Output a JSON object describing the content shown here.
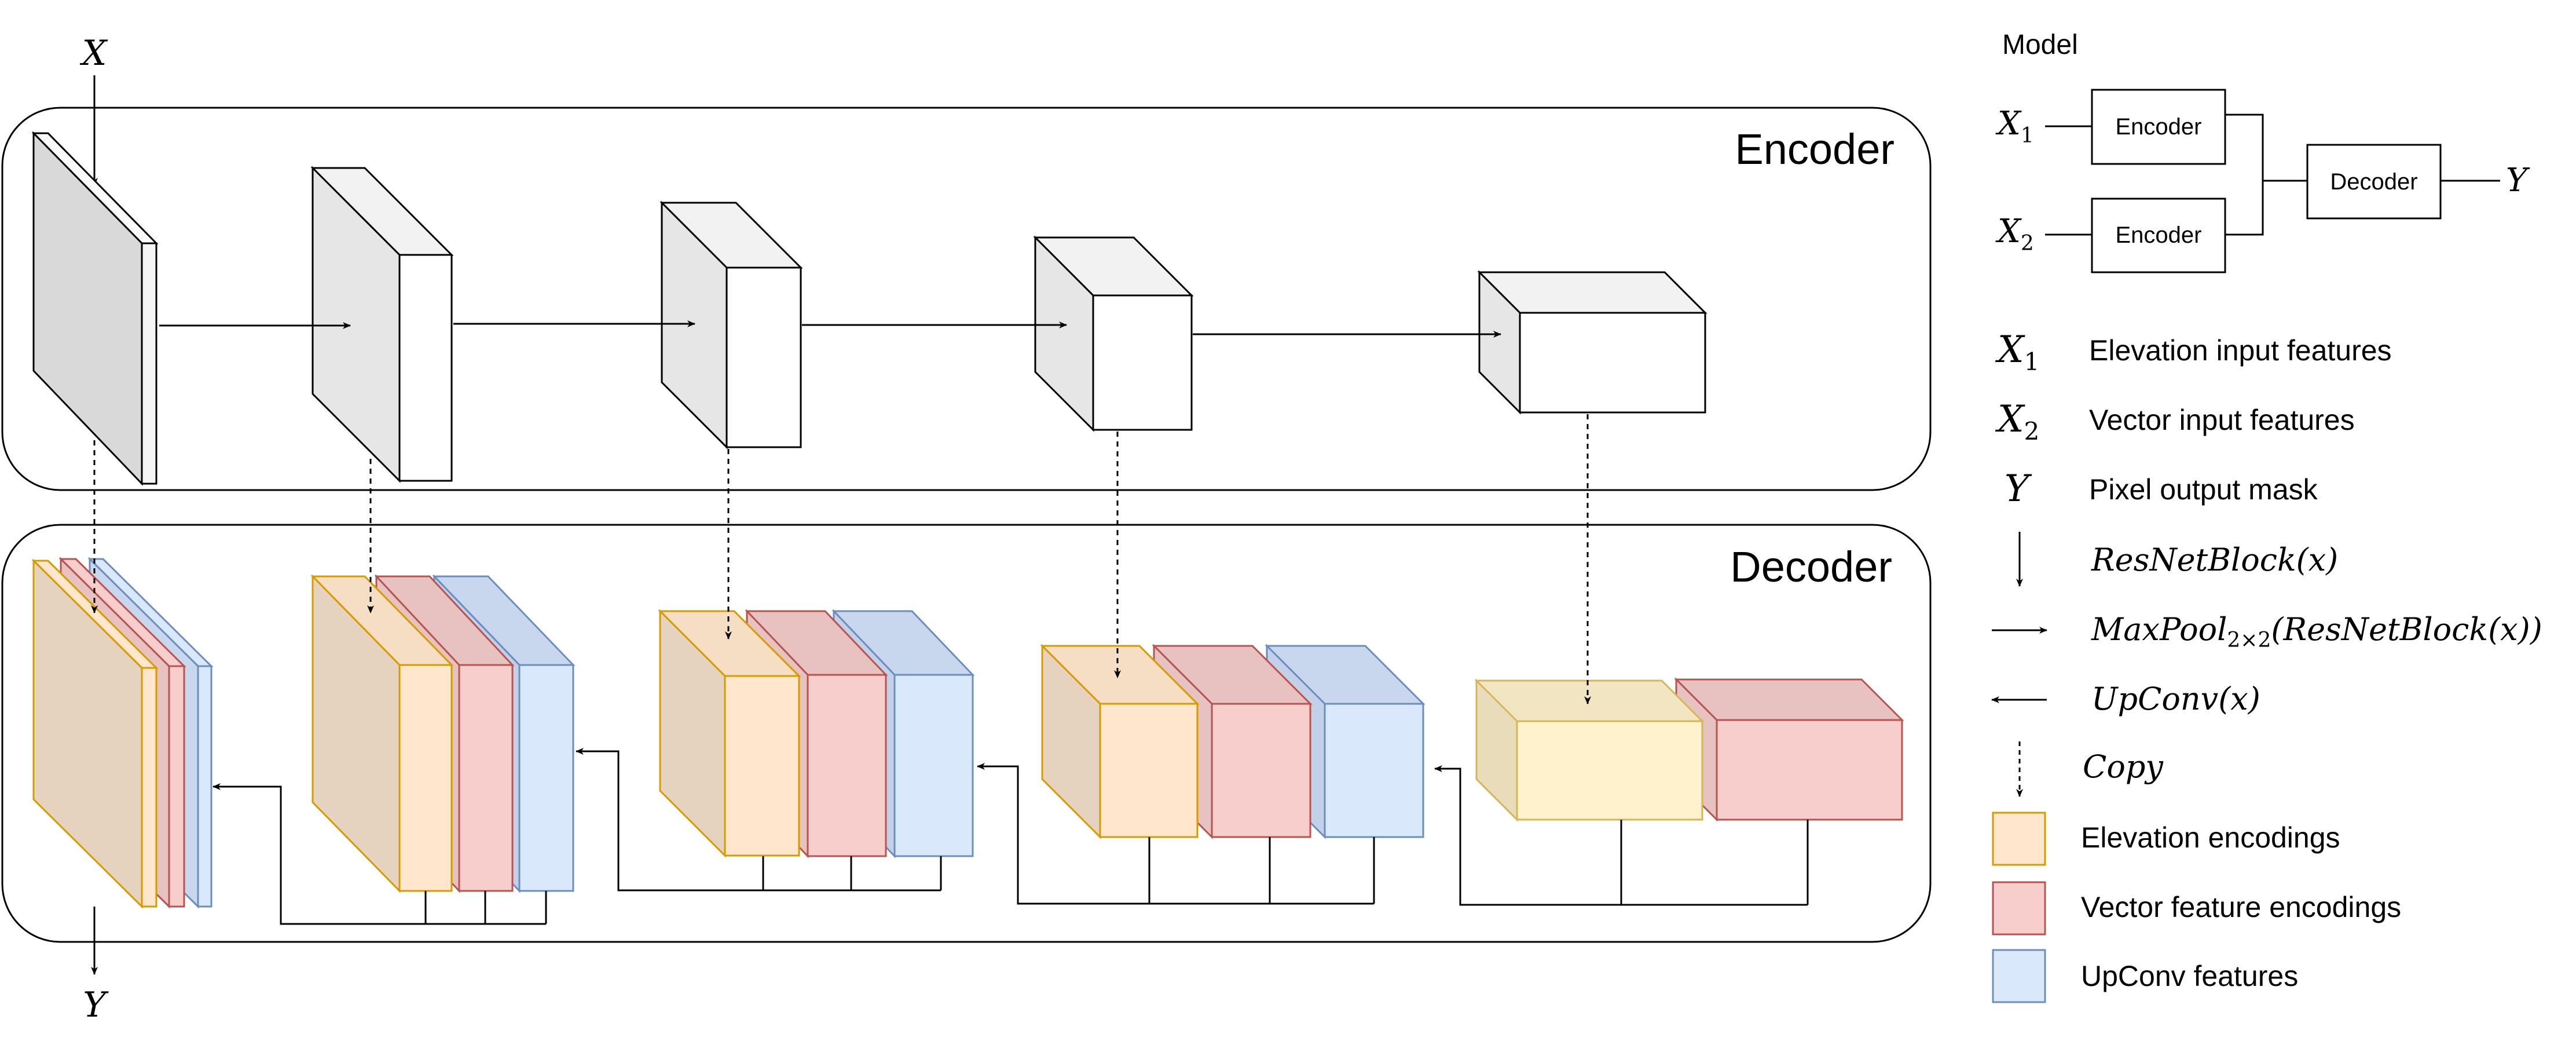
{
  "encoder": {
    "title": "Encoder"
  },
  "decoder": {
    "title": "Decoder"
  },
  "input_symbol": "X",
  "output_symbol": "Y",
  "model": {
    "title": "Model",
    "encoder_label": "Encoder",
    "decoder_label": "Decoder",
    "input1": {
      "base": "X",
      "sub": "1"
    },
    "input2": {
      "base": "X",
      "sub": "2"
    },
    "output": "Y"
  },
  "legend": {
    "x1": {
      "base": "X",
      "sub": "1",
      "text": "Elevation input features"
    },
    "x2": {
      "base": "X",
      "sub": "2",
      "text": "Vector input features"
    },
    "y": {
      "symbol": "Y",
      "text": "Pixel output mask"
    },
    "resnet": {
      "text": "ResNetBlock(x)"
    },
    "maxpool": {
      "pre": "MaxPool",
      "sub": "2×2",
      "post": "(ResNetBlock(x))"
    },
    "upconv": {
      "text": "UpConv(x)"
    },
    "copy": {
      "text": "Copy"
    },
    "elevation": {
      "text": "Elevation encodings"
    },
    "vector": {
      "text": "Vector feature encodings"
    },
    "upconv_features": {
      "text": "UpConv features"
    }
  },
  "colors": {
    "stroke": "#000000",
    "encoder_face": "#e6e6e6",
    "encoder_front": "#ffffff",
    "elevation_fill": "#ffe6cc",
    "elevation_stroke": "#d79b00",
    "elevation_top": "#ffe6cc",
    "vector_fill": "#f8cecc",
    "vector_stroke": "#b85450",
    "upconv_fill": "#dae8fc",
    "upconv_stroke": "#6c8ebf",
    "bottom_elevation_fill": "#fff2cc",
    "bottom_elevation_stroke": "#d6b656"
  }
}
